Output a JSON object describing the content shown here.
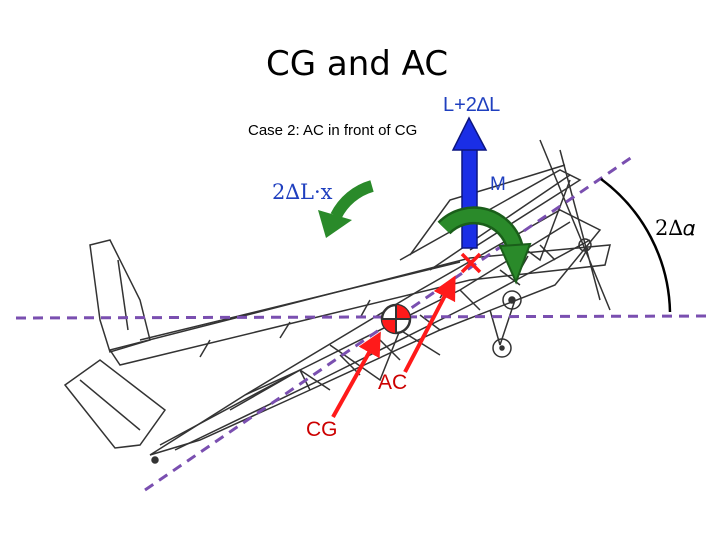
{
  "title": "CG and AC",
  "subtitle": "Case 2: AC in front of CG",
  "labels": {
    "lift": "L+2∆L",
    "moment": "M",
    "lift_moment": "2∆L·x",
    "ac": "AC",
    "cg": "CG",
    "angle": "2∆𝛼"
  },
  "colors": {
    "lift_arrow": "#1a2ee6",
    "moment_arrow": "#2a8a2a",
    "pointer": "#ff1a1a",
    "reference_lines": "#7a4fb0",
    "aircraft": "#333333"
  }
}
